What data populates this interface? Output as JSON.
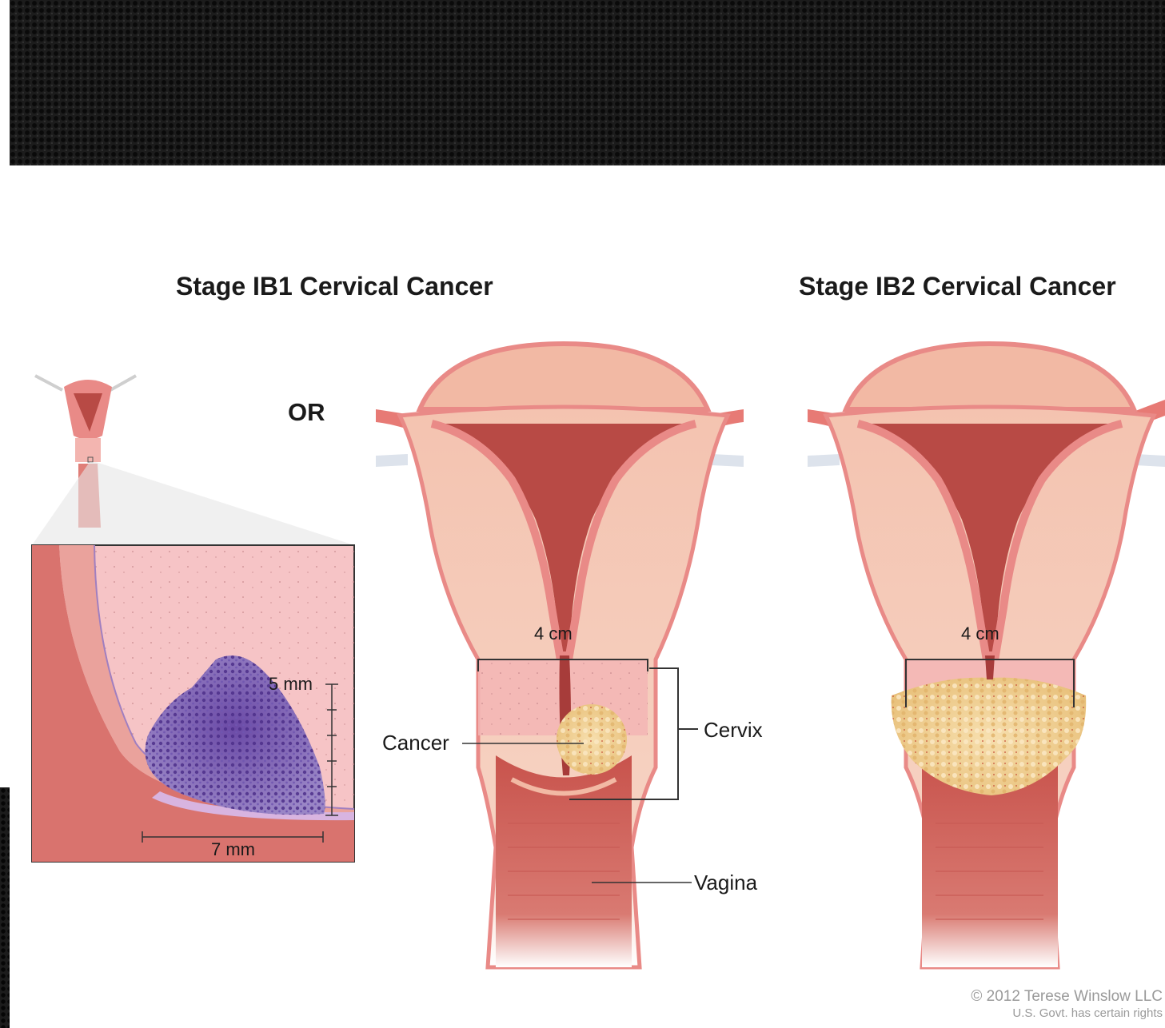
{
  "titles": {
    "stage_ib1": "Stage IB1 Cervical Cancer",
    "stage_ib2": "Stage IB2 Cervical Cancer",
    "or": "OR"
  },
  "inset": {
    "depth_label": "5 mm",
    "width_label": "7 mm"
  },
  "labels": {
    "ib1_size": "4 cm",
    "ib2_size": "4 cm",
    "cancer": "Cancer",
    "cervix": "Cervix",
    "vagina": "Vagina"
  },
  "copyright": {
    "line1": "© 2012 Terese Winslow LLC",
    "line2": "U.S. Govt. has certain rights"
  },
  "colors": {
    "uterus_outer": "#e98a87",
    "uterus_wall": "#f6cdb9",
    "cavity": "#b84a45",
    "tumor": "#f3d49a",
    "inset_bg": "#f7c6c7",
    "cells": "#7a5fb0"
  }
}
